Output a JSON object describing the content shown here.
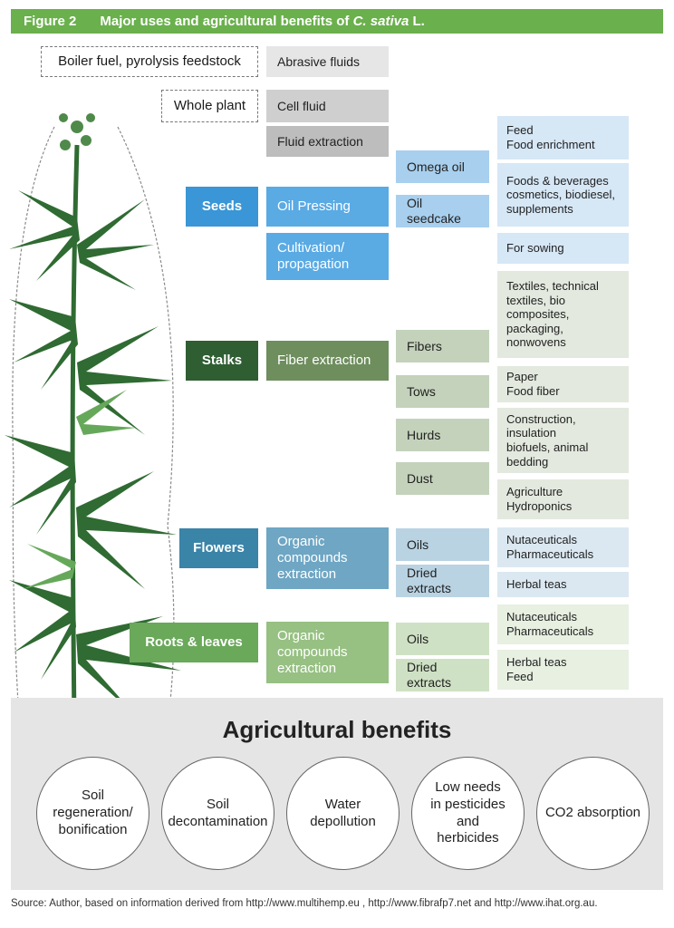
{
  "header": {
    "figure_label": "Figure 2",
    "title_main": "Major uses and agricultural benefits of ",
    "title_species": "C. sativa",
    "title_suffix": " L."
  },
  "top": {
    "boiler": "Boiler fuel, pyrolysis feedstock",
    "abrasive": "Abrasive fluids",
    "whole_plant": "Whole plant",
    "cell_fluid": "Cell fluid",
    "fluid_extraction": "Fluid extraction"
  },
  "seeds": {
    "part": "Seeds",
    "oil_pressing": "Oil Pressing",
    "cultivation": "Cultivation/\npropagation",
    "omega_oil": "Omega oil",
    "oil_seedcake": "Oil seedcake",
    "use_feed": "Feed\nFood enrichment",
    "use_foods": "Foods & beverages\ncosmetics, biodiesel,\nsupplements",
    "use_sowing": "For sowing"
  },
  "stalks": {
    "part": "Stalks",
    "fiber_extraction": "Fiber extraction",
    "fibers": "Fibers",
    "tows": "Tows",
    "hurds": "Hurds",
    "dust": "Dust",
    "use_textiles": "Textiles, technical\ntextiles, bio\ncomposites,\npackaging,\nnonwovens",
    "use_paper": "Paper\nFood fiber",
    "use_construction": "Construction,\ninsulation\nbiofuels, animal\nbedding",
    "use_agriculture": "Agriculture\nHydroponics"
  },
  "flowers": {
    "part": "Flowers",
    "extraction": "Organic\ncompounds\nextraction",
    "oils": "Oils",
    "dried": "Dried extracts",
    "use_nutra": "Nutaceuticals\nPharmaceuticals",
    "use_teas": "Herbal teas"
  },
  "roots": {
    "part": "Roots & leaves",
    "extraction": "Organic\ncompounds\nextraction",
    "oils": "Oils",
    "dried": "Dried extracts",
    "use_nutra": "Nutaceuticals\nPharmaceuticals",
    "use_teas": "Herbal teas\nFeed"
  },
  "benefits": {
    "title": "Agricultural benefits",
    "items": [
      "Soil\nregeneration/\nbonification",
      "Soil\ndecontamination",
      "Water\ndepollution",
      "Low needs\nin pesticides\nand\nherbicides",
      "CO2 absorption"
    ]
  },
  "source": "Source: Author, based on information derived from http://www.multihemp.eu , http://www.fibrafp7.net and http://www.ihat.org.au.",
  "colors": {
    "header": "#6ab04c",
    "seeds": "#3a96d6",
    "stalks": "#2f5e33",
    "flowers": "#3a84a8",
    "roots": "#6aa85a"
  }
}
